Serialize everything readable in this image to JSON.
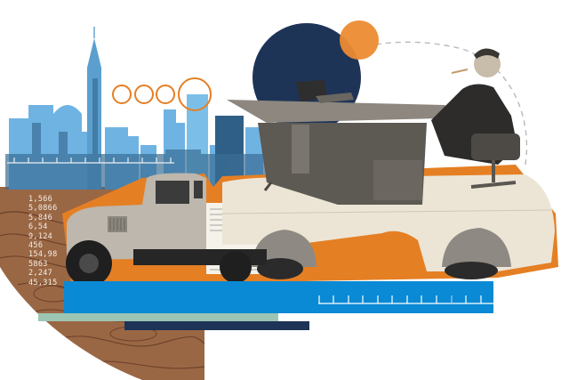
{
  "illustration": {
    "title": "Collage: vintage truck carrying an executive desk through a city",
    "numbers_column": [
      "1,566",
      "5,0866",
      "5,846",
      "6,54",
      "9,124",
      "456",
      "154,98",
      "5863",
      "2,247",
      "45,315"
    ],
    "colors": {
      "sky_blue": "#6fb3e3",
      "skyline_dark": "#3a6e95",
      "navy": "#1e3457",
      "orange": "#ec8b33",
      "outline_orange": "#e57f24",
      "bright_blue": "#0a8ad5",
      "sage": "#9dc5b4",
      "wood": "#9c6a47",
      "truck_cream": "#ece5d6",
      "desk_gray": "#6f6a63"
    },
    "circles_row_count": 4,
    "ruler_tick_count": 12,
    "skyline_ruler_tick_count": 12
  }
}
